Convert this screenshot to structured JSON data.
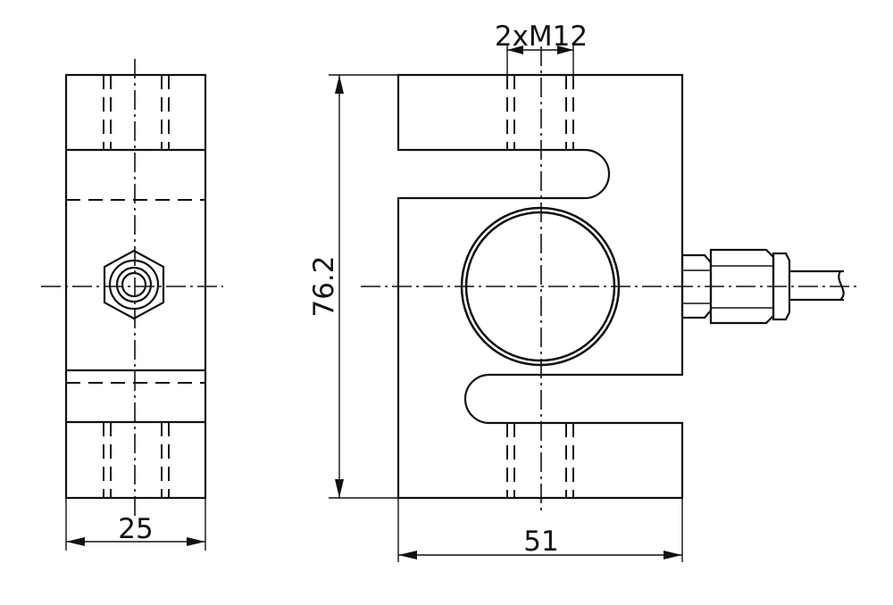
{
  "dimensions": {
    "thread": "2xM12",
    "height": "76.2",
    "width_front": "51",
    "width_side": "25"
  },
  "colors": {
    "line": "#111111",
    "background": "#ffffff"
  }
}
